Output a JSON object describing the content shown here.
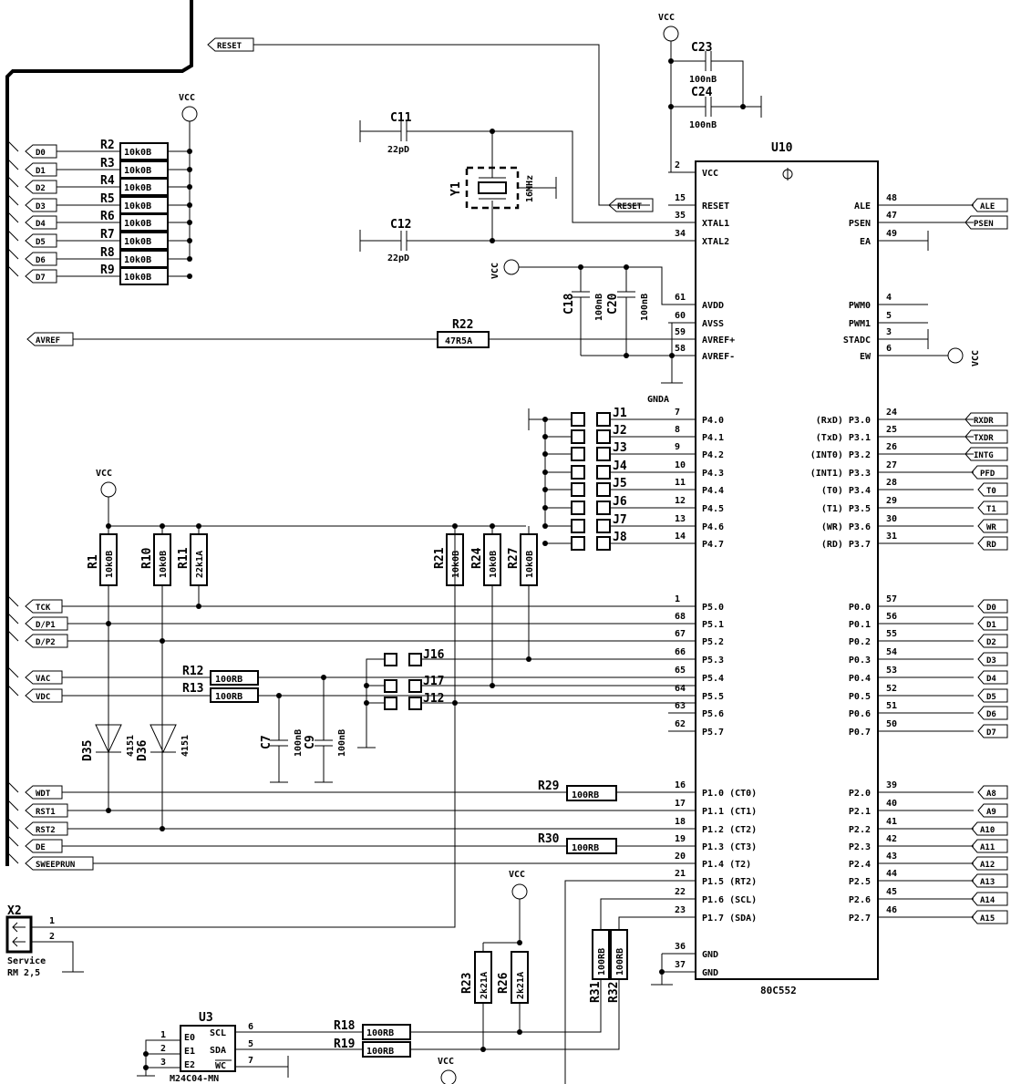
{
  "ic": {
    "ref": "U10",
    "part": "80C552",
    "left": [
      {
        "num": "2",
        "name": "VCC"
      },
      {
        "num": "15",
        "name": "RESET"
      },
      {
        "num": "35",
        "name": "XTAL1"
      },
      {
        "num": "34",
        "name": "XTAL2"
      },
      {
        "num": "61",
        "name": "AVDD"
      },
      {
        "num": "60",
        "name": "AVSS"
      },
      {
        "num": "59",
        "name": "AVREF+"
      },
      {
        "num": "58",
        "name": "AVREF-"
      },
      {
        "num": "7",
        "name": "P4.0"
      },
      {
        "num": "8",
        "name": "P4.1"
      },
      {
        "num": "9",
        "name": "P4.2"
      },
      {
        "num": "10",
        "name": "P4.3"
      },
      {
        "num": "11",
        "name": "P4.4"
      },
      {
        "num": "12",
        "name": "P4.5"
      },
      {
        "num": "13",
        "name": "P4.6"
      },
      {
        "num": "14",
        "name": "P4.7"
      },
      {
        "num": "1",
        "name": "P5.0"
      },
      {
        "num": "68",
        "name": "P5.1"
      },
      {
        "num": "67",
        "name": "P5.2"
      },
      {
        "num": "66",
        "name": "P5.3"
      },
      {
        "num": "65",
        "name": "P5.4"
      },
      {
        "num": "64",
        "name": "P5.5"
      },
      {
        "num": "63",
        "name": "P5.6"
      },
      {
        "num": "62",
        "name": "P5.7"
      },
      {
        "num": "16",
        "name": "P1.0 (CT0)"
      },
      {
        "num": "17",
        "name": "P1.1 (CT1)"
      },
      {
        "num": "18",
        "name": "P1.2 (CT2)"
      },
      {
        "num": "19",
        "name": "P1.3 (CT3)"
      },
      {
        "num": "20",
        "name": "P1.4 (T2)"
      },
      {
        "num": "21",
        "name": "P1.5 (RT2)"
      },
      {
        "num": "22",
        "name": "P1.6 (SCL)"
      },
      {
        "num": "23",
        "name": "P1.7 (SDA)"
      },
      {
        "num": "36",
        "name": "GND"
      },
      {
        "num": "37",
        "name": "GND"
      }
    ],
    "right": [
      {
        "num": "48",
        "name": "ALE",
        "net": "ALE"
      },
      {
        "num": "47",
        "name": "PSEN",
        "net": "PSEN"
      },
      {
        "num": "49",
        "name": "EA",
        "net": ""
      },
      {
        "num": "4",
        "name": "PWM0",
        "net": ""
      },
      {
        "num": "5",
        "name": "PWM1",
        "net": ""
      },
      {
        "num": "3",
        "name": "STADC",
        "net": ""
      },
      {
        "num": "6",
        "name": "EW",
        "net": "VCC"
      },
      {
        "num": "24",
        "name": "(RxD) P3.0",
        "net": "RXDR"
      },
      {
        "num": "25",
        "name": "(TxD) P3.1",
        "net": "TXDR"
      },
      {
        "num": "26",
        "name": "(INT0) P3.2",
        "net": "INTG"
      },
      {
        "num": "27",
        "name": "(INT1) P3.3",
        "net": "PFD"
      },
      {
        "num": "28",
        "name": "(T0) P3.4",
        "net": "T0"
      },
      {
        "num": "29",
        "name": "(T1) P3.5",
        "net": "T1"
      },
      {
        "num": "30",
        "name": "(WR) P3.6",
        "net": "WR"
      },
      {
        "num": "31",
        "name": "(RD) P3.7",
        "net": "RD"
      },
      {
        "num": "57",
        "name": "P0.0",
        "net": "D0"
      },
      {
        "num": "56",
        "name": "P0.1",
        "net": "D1"
      },
      {
        "num": "55",
        "name": "P0.2",
        "net": "D2"
      },
      {
        "num": "54",
        "name": "P0.3",
        "net": "D3"
      },
      {
        "num": "53",
        "name": "P0.4",
        "net": "D4"
      },
      {
        "num": "52",
        "name": "P0.5",
        "net": "D5"
      },
      {
        "num": "51",
        "name": "P0.6",
        "net": "D6"
      },
      {
        "num": "50",
        "name": "P0.7",
        "net": "D7"
      },
      {
        "num": "39",
        "name": "P2.0",
        "net": "A8"
      },
      {
        "num": "40",
        "name": "P2.1",
        "net": "A9"
      },
      {
        "num": "41",
        "name": "P2.2",
        "net": "A10"
      },
      {
        "num": "42",
        "name": "P2.3",
        "net": "A11"
      },
      {
        "num": "43",
        "name": "P2.4",
        "net": "A12"
      },
      {
        "num": "44",
        "name": "P2.5",
        "net": "A13"
      },
      {
        "num": "45",
        "name": "P2.6",
        "net": "A14"
      },
      {
        "num": "46",
        "name": "P2.7",
        "net": "A15"
      }
    ]
  },
  "bus_labels": {
    "data": [
      "D0",
      "D1",
      "D2",
      "D3",
      "D4",
      "D5",
      "D6",
      "D7"
    ],
    "pullups": [
      {
        "ref": "R2",
        "value": "10k0B"
      },
      {
        "ref": "R3",
        "value": "10k0B"
      },
      {
        "ref": "R4",
        "value": "10k0B"
      },
      {
        "ref": "R5",
        "value": "10k0B"
      },
      {
        "ref": "R6",
        "value": "10k0B"
      },
      {
        "ref": "R7",
        "value": "10k0B"
      },
      {
        "ref": "R8",
        "value": "10k0B"
      },
      {
        "ref": "R9",
        "value": "10k0B"
      }
    ],
    "left_ctrl": [
      "TCK",
      "D/P1",
      "D/P2",
      "VAC",
      "VDC",
      "WDT",
      "RST1",
      "RST2",
      "DE",
      "SWEEPRUN"
    ],
    "reset": "RESET",
    "avref": "AVREF"
  },
  "parts": {
    "vcc": "VCC",
    "gnda": "GNDA",
    "c11": {
      "ref": "C11",
      "value": "22pD"
    },
    "c12": {
      "ref": "C12",
      "value": "22pD"
    },
    "c23": {
      "ref": "C23",
      "value": "100nB"
    },
    "c24": {
      "ref": "C24",
      "value": "100nB"
    },
    "c18": {
      "ref": "C18",
      "value": "100nB"
    },
    "c20": {
      "ref": "C20",
      "value": "100nB"
    },
    "c7": {
      "ref": "C7",
      "value": "100nB"
    },
    "c9": {
      "ref": "C9",
      "value": "100nB"
    },
    "y1": {
      "ref": "Y1",
      "value": "16MHz"
    },
    "r22": {
      "ref": "R22",
      "value": "47R5A"
    },
    "r1": {
      "ref": "R1",
      "value": "10k0B"
    },
    "r10": {
      "ref": "R10",
      "value": "10k0B"
    },
    "r11": {
      "ref": "R11",
      "value": "22k1A"
    },
    "r21": {
      "ref": "R21",
      "value": "10k0B"
    },
    "r24": {
      "ref": "R24",
      "value": "10k0B"
    },
    "r27": {
      "ref": "R27",
      "value": "10k0B"
    },
    "r12": {
      "ref": "R12",
      "value": "100RB"
    },
    "r13": {
      "ref": "R13",
      "value": "100RB"
    },
    "r29": {
      "ref": "R29",
      "value": "100RB"
    },
    "r30": {
      "ref": "R30",
      "value": "100RB"
    },
    "r23": {
      "ref": "R23",
      "value": "2k21A"
    },
    "r26": {
      "ref": "R26",
      "value": "2k21A"
    },
    "r31": {
      "ref": "R31",
      "value": "100RB"
    },
    "r32": {
      "ref": "R32",
      "value": "100RB"
    },
    "r18": {
      "ref": "R18",
      "value": "100RB"
    },
    "r19": {
      "ref": "R19",
      "value": "100RB"
    },
    "d35": {
      "ref": "D35",
      "value": "4151"
    },
    "d36": {
      "ref": "D36",
      "value": "4151"
    },
    "jumpers": [
      "J1",
      "J2",
      "J3",
      "J4",
      "J5",
      "J6",
      "J7",
      "J8"
    ],
    "j16": "J16",
    "j17": "J17",
    "j12": "J12",
    "x2": {
      "ref": "X2",
      "pin1": "1",
      "pin2": "2",
      "label1": "Service",
      "label2": "RM 2,5"
    },
    "u3": {
      "ref": "U3",
      "part": "M24C04-MN",
      "pins": [
        {
          "num": "1",
          "name": "E0"
        },
        {
          "num": "2",
          "name": "E1"
        },
        {
          "num": "3",
          "name": "E2"
        },
        {
          "num": "6",
          "name": "SCL"
        },
        {
          "num": "5",
          "name": "SDA"
        },
        {
          "num": "7",
          "name": "WC"
        }
      ]
    }
  }
}
